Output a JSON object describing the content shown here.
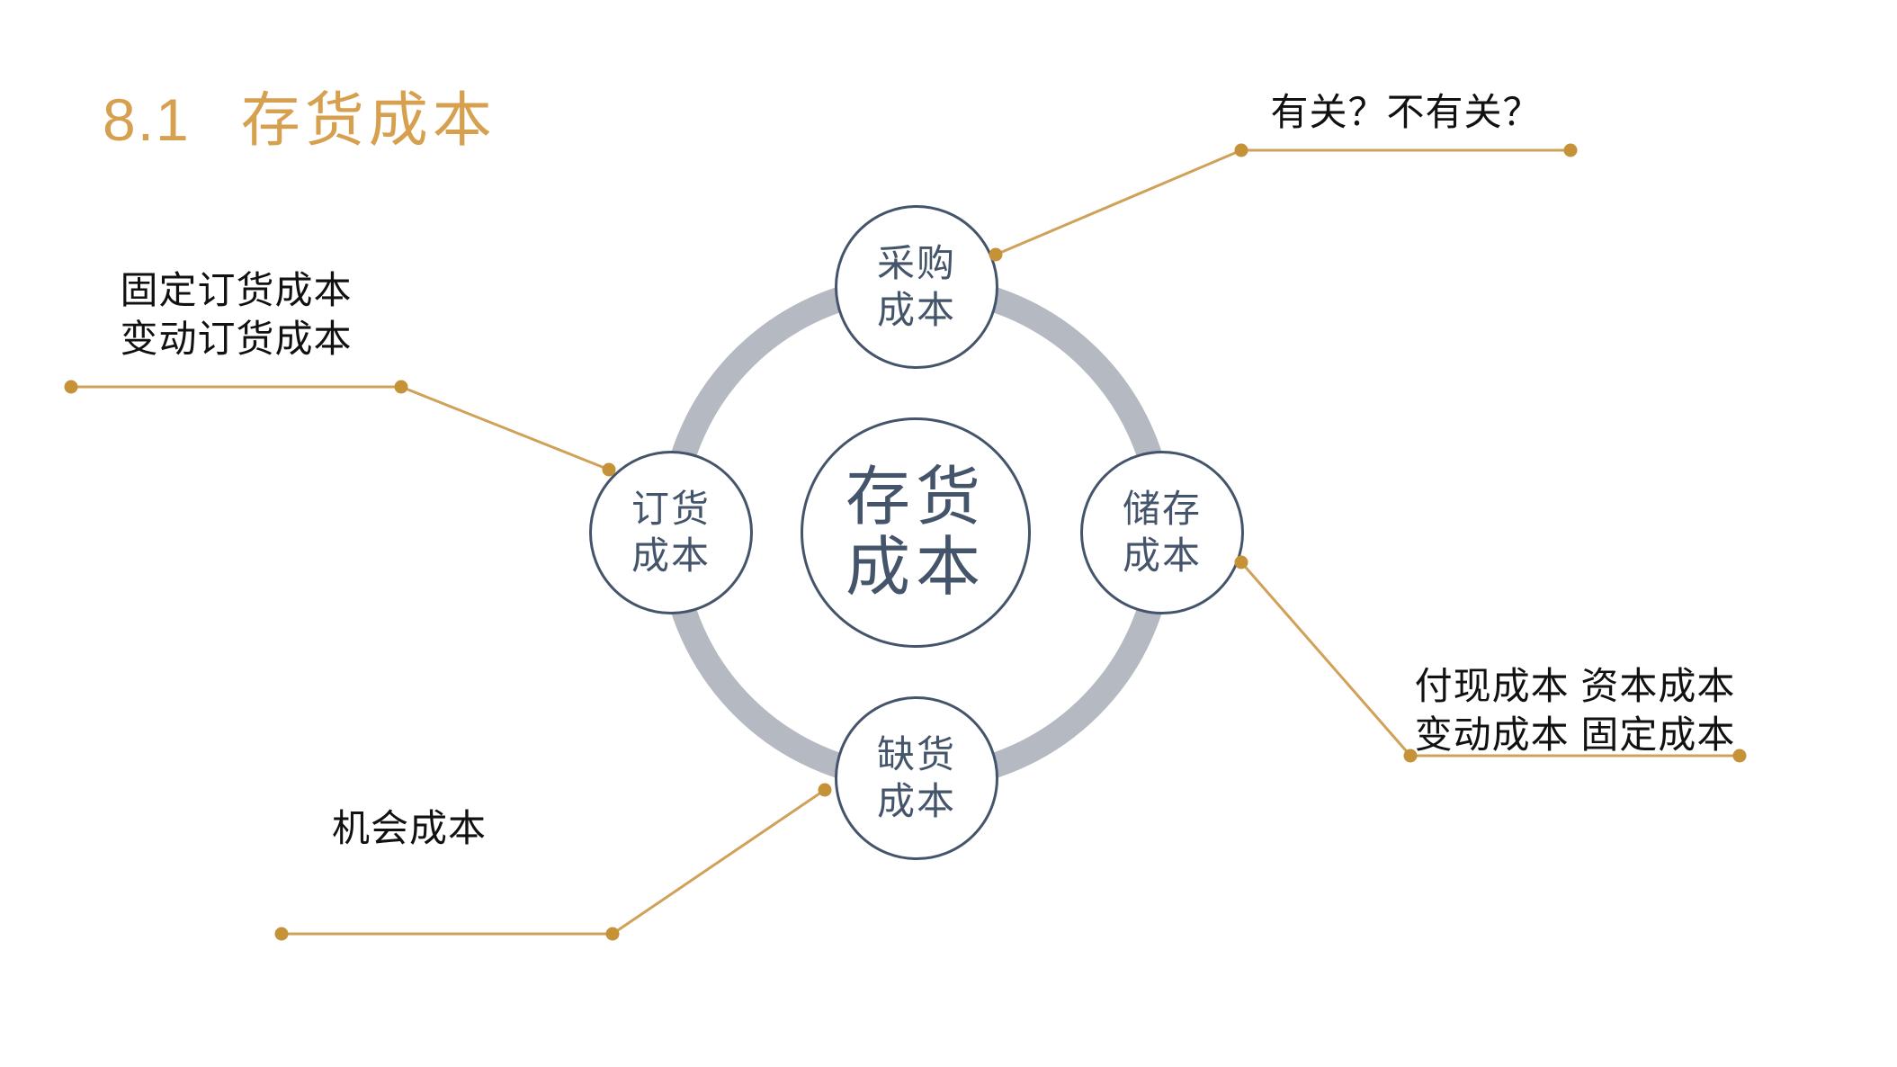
{
  "slide": {
    "title": {
      "number": "8.1",
      "text": "存货成本"
    }
  },
  "diagram": {
    "center": {
      "label": "存货\n成本"
    },
    "nodes": [
      {
        "id": "purchase-cost",
        "position": "top",
        "label": "采购\n成本"
      },
      {
        "id": "ordering-cost",
        "position": "left",
        "label": "订货\n成本"
      },
      {
        "id": "storage-cost",
        "position": "right",
        "label": "储存\n成本"
      },
      {
        "id": "shortage-cost",
        "position": "bottom",
        "label": "缺货\n成本"
      }
    ],
    "annotations": [
      {
        "id": "purchase-note",
        "text": "有关？不有关？"
      },
      {
        "id": "ordering-note",
        "text": "固定订货成本\n变动订货成本"
      },
      {
        "id": "storage-note",
        "text": "付现成本 资本成本\n变动成本 固定成本"
      },
      {
        "id": "shortage-note",
        "text": "机会成本"
      }
    ]
  },
  "colors": {
    "accent-title": "#D6A04F",
    "accent-line": "#CFA159",
    "accent-dot": "#C69237",
    "ring": "#B5B9C2",
    "navy": "#44546A",
    "text": "#111111",
    "background": "#FFFFFF"
  }
}
